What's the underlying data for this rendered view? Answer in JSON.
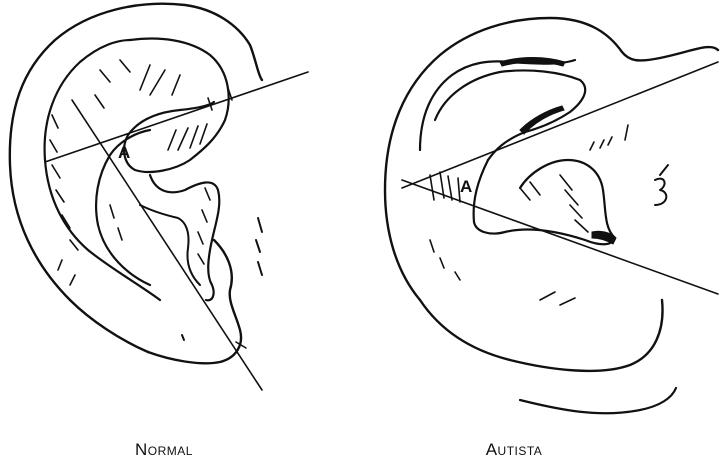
{
  "figures": [
    {
      "point_label": "A",
      "caption": "Normal"
    },
    {
      "point_label": "A",
      "caption": "Autista"
    }
  ],
  "colors": {
    "ink": "#111111",
    "background": "#ffffff"
  }
}
